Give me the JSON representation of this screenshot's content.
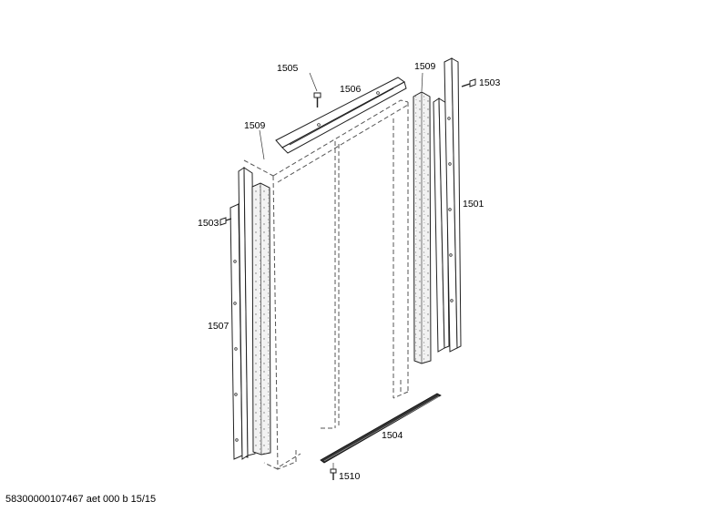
{
  "diagram": {
    "labels": {
      "p1501": "1501",
      "p1503_right": "1503",
      "p1503_left": "1503",
      "p1504": "1504",
      "p1505": "1505",
      "p1506": "1506",
      "p1507": "1507",
      "p1509_left": "1509",
      "p1509_right": "1509",
      "p1510": "1510"
    }
  },
  "footer": {
    "text": "58300000107467 aet 000 b 15/15"
  }
}
